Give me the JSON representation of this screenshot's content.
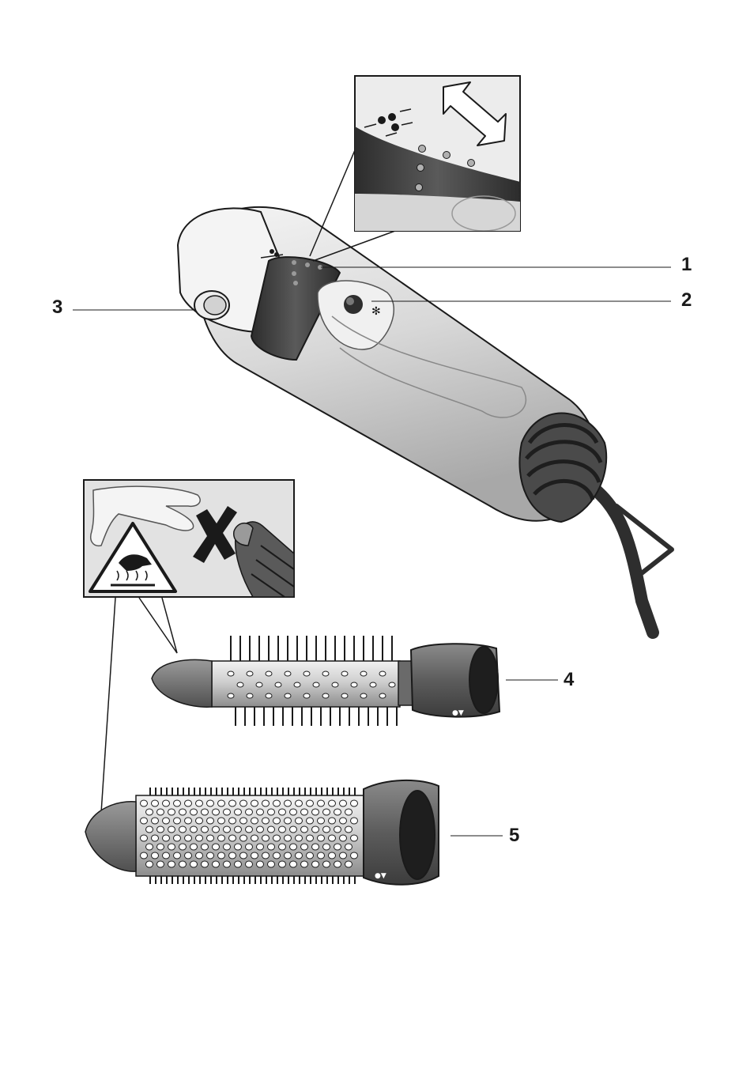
{
  "callouts": [
    {
      "id": "1",
      "label": "1"
    },
    {
      "id": "2",
      "label": "2"
    },
    {
      "id": "3",
      "label": "3"
    },
    {
      "id": "4",
      "label": "4"
    },
    {
      "id": "5",
      "label": "5"
    }
  ],
  "icons": {
    "heat_settings": "dots-icon",
    "rotate": "double-arrow-icon",
    "cool_shot": "snowflake-icon",
    "warning": "hot-surface-warning-icon",
    "prohibit": "x-mark-icon"
  },
  "colors": {
    "dark": "#3a3a3a",
    "mid": "#8a8a8a",
    "light": "#e6e6e6",
    "outline": "#1a1a1a"
  }
}
